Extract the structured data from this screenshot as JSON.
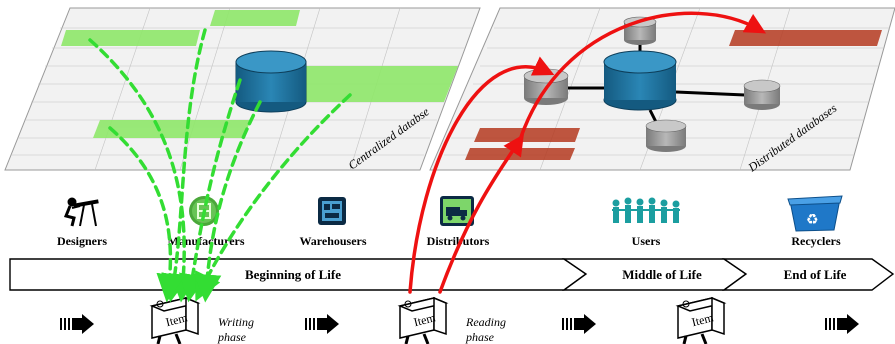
{
  "databases": {
    "centralized": "Centralized databse",
    "distributed": "Distributed databases"
  },
  "actors": [
    {
      "label": "Designers",
      "icon": "designer-icon"
    },
    {
      "label": "Manufacturers",
      "icon": "manufacturer-icon"
    },
    {
      "label": "Warehousers",
      "icon": "warehouse-icon"
    },
    {
      "label": "Distributors",
      "icon": "truck-icon"
    },
    {
      "label": "Users",
      "icon": "users-icon"
    },
    {
      "label": "Recyclers",
      "icon": "recycle-bin-icon"
    }
  ],
  "lifecycle": {
    "beginning": "Beginning of Life",
    "middle": "Middle of Life",
    "end": "End of Life"
  },
  "items": {
    "label": "Item",
    "writing_phase": [
      "Writing",
      "phase"
    ],
    "reading_phase": [
      "Reading",
      "phase"
    ]
  },
  "colors": {
    "green_arrows": "#33dd33",
    "red_arrows": "#ee1111",
    "db_blue": "#1f6f9a",
    "db_gray": "#9a9a9a",
    "table_green": "#8fe86a",
    "table_red": "#b53a20"
  }
}
